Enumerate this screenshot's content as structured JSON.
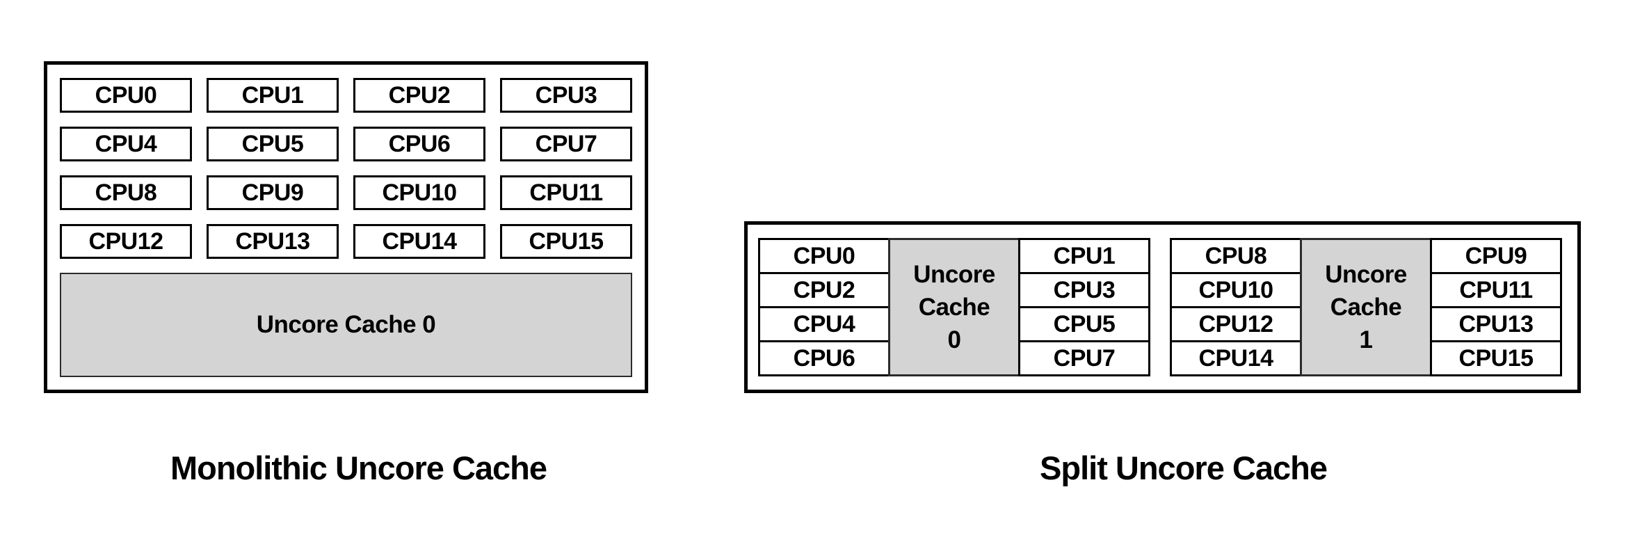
{
  "colors": {
    "background": "#ffffff",
    "cache_fill": "#d4d4d4",
    "border": "#000000",
    "text": "#000000"
  },
  "monolithic": {
    "caption": "Monolithic Uncore Cache",
    "cpus": [
      "CPU0",
      "CPU1",
      "CPU2",
      "CPU3",
      "CPU4",
      "CPU5",
      "CPU6",
      "CPU7",
      "CPU8",
      "CPU9",
      "CPU10",
      "CPU11",
      "CPU12",
      "CPU13",
      "CPU14",
      "CPU15"
    ],
    "cache_label": "Uncore Cache 0"
  },
  "split": {
    "caption": "Split Uncore Cache",
    "clusters": [
      {
        "even_cpus": [
          "CPU0",
          "CPU2",
          "CPU4",
          "CPU6"
        ],
        "cache_lines": [
          "Uncore",
          "Cache",
          "0"
        ],
        "odd_cpus": [
          "CPU1",
          "CPU3",
          "CPU5",
          "CPU7"
        ]
      },
      {
        "even_cpus": [
          "CPU8",
          "CPU10",
          "CPU12",
          "CPU14"
        ],
        "cache_lines": [
          "Uncore",
          "Cache",
          "1"
        ],
        "odd_cpus": [
          "CPU9",
          "CPU11",
          "CPU13",
          "CPU15"
        ]
      }
    ]
  }
}
